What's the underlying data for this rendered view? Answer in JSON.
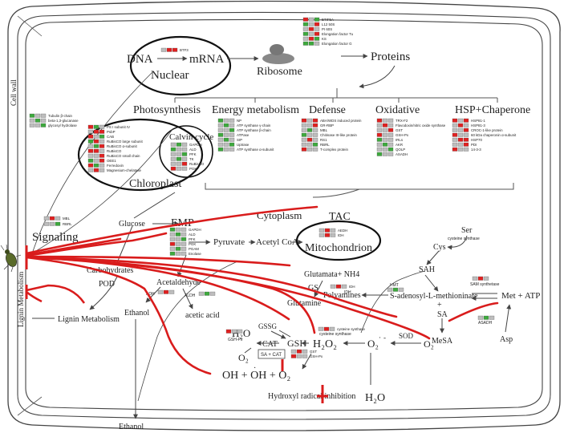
{
  "colors": {
    "red": "#e02020",
    "green": "#3da93d",
    "gray": "#bdbdbd",
    "pathway": "#d91c1c",
    "line": "#555555"
  },
  "labels": {
    "cell_wall": "Cell wall",
    "dna": "DNA",
    "mrna": "mRNA",
    "nuclear": "Nuclear",
    "ribosome": "Ribosome",
    "proteins": "Proteins",
    "photosynthesis": "Photosynthesis",
    "energy": "Energy metabolism",
    "defense": "Defense",
    "oxidative": "Oxidative",
    "hsp": "HSP+Chaperone",
    "calvin": "Calvin cycle",
    "chloroplast": "Chloroplast",
    "cytoplasm": "Cytoplasm",
    "tac": "TAC",
    "mitochondrion": "Mitochondrion",
    "signaling": "Signaling",
    "glucose": "Glucose",
    "emp": "EMP",
    "pyruvate": "Pyruvate",
    "acetyl_coa": "Acetyl CoA",
    "carbohydrates": "Carbohydrates",
    "pod": "POD",
    "lignin_metabolism": "Lignin Metabolism",
    "lignin_metabolism_v": "Lignin Metabolism",
    "acetaldehyde": "Acetaldehyde",
    "ethanol": "Ethanol",
    "ethanol_bottom": "Ethanol",
    "acetic_acid": "acetic acid",
    "glutamate": "Glutamata+ NH4",
    "gs": "GS",
    "glutamine": "Glutamine",
    "polyamines": "Polyamines",
    "sam": "S-adenosyl-L-methioninate",
    "sah": "SAH",
    "cys": "Cys",
    "ser": "Ser",
    "plus_sa": "+",
    "sa": "SA",
    "met": "Met + ATP",
    "asp": "Asp",
    "mesa": "MeSA",
    "gssg": "GSSG",
    "gsh": "GSH",
    "h2o_left": "H₂O",
    "h2o2": "H₂O₂",
    "o2_minus": "O₂",
    "o2_minus_dot": "·",
    "o2_minus_sign": "-",
    "o2": "O₂",
    "sod": "SOD",
    "cat": "CAT",
    "o2_cat": "O₂",
    "sa_cat": "SA + CAT",
    "hydroxyl": "OH + OH + O₂",
    "oh_dot": "·",
    "h2o_bottom": "H₂O",
    "inhibition": "Hydroxyl radical inhibition",
    "cysteine_synthase": "cysteine synthase",
    "cysteine_synthase2": "cysteine synthase",
    "hmt": "HMT",
    "sam_synthetase": "SAM synthetase",
    "asadh": "ASADH",
    "adh": "ADH",
    "aldh": "ALDH",
    "idh_small": "IDH",
    "gsh_px_small": "GSH-Px"
  },
  "groups": {
    "btf": {
      "labels": [
        "BTF3"
      ],
      "pattern": [
        [
          "gray",
          "red",
          "red"
        ]
      ]
    },
    "ribosome": {
      "labels": [
        "ETIF5A",
        "L12 50S",
        "PI 60S",
        "Elongation factor Tu",
        "KS",
        "Elongation factor G"
      ],
      "pattern": [
        [
          "red",
          "gray",
          "green"
        ],
        [
          "green",
          "gray",
          "red"
        ],
        [
          "gray",
          "red",
          "gray"
        ],
        [
          "green",
          "gray",
          "red"
        ],
        [
          "gray",
          "red",
          "green"
        ],
        [
          "green",
          "green",
          "gray"
        ]
      ]
    },
    "cellwall": {
      "labels": [
        "Tubulin β-chain",
        "beta-1,3-glucanase",
        "glycosyl hydrolase"
      ],
      "pattern": [
        [
          "green",
          "gray",
          "gray"
        ],
        [
          "gray",
          "green",
          "gray"
        ],
        [
          "gray",
          "gray",
          "green"
        ]
      ]
    },
    "photo": {
      "labels": [
        "PS I subunit IV",
        "PsbP",
        "CAB",
        "RuBisCO large subunit",
        "RuBisCO α-subunit",
        "RuBisCO",
        "RuBisCO small chain",
        "OEE1",
        "Ferredoxin",
        "Magnesium-chelatase"
      ],
      "pattern": [
        [
          "red",
          "green",
          "gray"
        ],
        [
          "gray",
          "red",
          "red"
        ],
        [
          "red",
          "gray",
          "green"
        ],
        [
          "green",
          "red",
          "gray"
        ],
        [
          "gray",
          "green",
          "red"
        ],
        [
          "red",
          "red",
          "gray"
        ],
        [
          "gray",
          "gray",
          "red"
        ],
        [
          "green",
          "gray",
          "red"
        ],
        [
          "red",
          "green",
          "gray"
        ],
        [
          "gray",
          "red",
          "gray"
        ]
      ]
    },
    "calvin": {
      "labels": [
        "GAPDH",
        "ALD",
        "PFK",
        "TK",
        "RuBisCO",
        "PGK"
      ],
      "pattern": [
        [
          "gray",
          "green",
          "gray"
        ],
        [
          "green",
          "gray",
          "gray"
        ],
        [
          "gray",
          "gray",
          "green"
        ],
        [
          "gray",
          "green",
          "gray"
        ],
        [
          "gray",
          "gray",
          "red"
        ],
        [
          "red",
          "gray",
          "gray"
        ]
      ]
    },
    "energy": {
      "labels": [
        "NP",
        "ATP synthase γ-chain",
        "ATP synthase β-chain",
        "ATPase",
        "SIP",
        "Uptrase",
        "ATP synthase α-subunit"
      ],
      "pattern": [
        [
          "green",
          "gray",
          "gray"
        ],
        [
          "gray",
          "green",
          "gray"
        ],
        [
          "gray",
          "gray",
          "green"
        ],
        [
          "green",
          "gray",
          "gray"
        ],
        [
          "gray",
          "green",
          "gray"
        ],
        [
          "gray",
          "gray",
          "green"
        ],
        [
          "green",
          "gray",
          "gray"
        ]
      ]
    },
    "defense": {
      "labels": [
        "ABA/WDS induced protein",
        "GR-RBP",
        "MBL",
        "Chitinase III-like protein",
        "RS1",
        "RBRL",
        "T-complex protein"
      ],
      "pattern": [
        [
          "red",
          "gray",
          "red"
        ],
        [
          "gray",
          "gray",
          "red"
        ],
        [
          "gray",
          "green",
          "gray"
        ],
        [
          "green",
          "gray",
          "gray"
        ],
        [
          "gray",
          "red",
          "gray"
        ],
        [
          "gray",
          "gray",
          "green"
        ],
        [
          "red",
          "gray",
          "gray"
        ]
      ]
    },
    "oxidative": {
      "labels": [
        "TRX-F2",
        "Flavodoxin/nitric oxide synthase",
        "GST",
        "GSH-Px",
        "IRLs",
        "AKR",
        "QOLP",
        "ASADH"
      ],
      "pattern": [
        [
          "red",
          "gray",
          "gray"
        ],
        [
          "gray",
          "red",
          "gray"
        ],
        [
          "gray",
          "gray",
          "red"
        ],
        [
          "red",
          "gray",
          "gray"
        ],
        [
          "green",
          "gray",
          "gray"
        ],
        [
          "gray",
          "green",
          "gray"
        ],
        [
          "gray",
          "gray",
          "green"
        ],
        [
          "green",
          "gray",
          "gray"
        ]
      ]
    },
    "hsp": {
      "labels": [
        "HSP81-1",
        "HSP81-3",
        "CROC-1-like protein",
        "60 kDa chaperonin α-subunit",
        "HSP70",
        "PDI",
        "14-3-3"
      ],
      "pattern": [
        [
          "red",
          "gray",
          "red"
        ],
        [
          "gray",
          "red",
          "gray"
        ],
        [
          "gray",
          "gray",
          "red"
        ],
        [
          "red",
          "gray",
          "gray"
        ],
        [
          "gray",
          "red",
          "red"
        ],
        [
          "gray",
          "gray",
          "red"
        ],
        [
          "red",
          "gray",
          "gray"
        ]
      ]
    },
    "signal": {
      "labels": [
        "MBL",
        "RBRL"
      ],
      "pattern": [
        [
          "gray",
          "red",
          "gray"
        ],
        [
          "gray",
          "gray",
          "green"
        ]
      ]
    },
    "emp": {
      "labels": [
        "GAPDH",
        "ALD",
        "PFK",
        "PGK",
        "PGAM",
        "Enolase"
      ],
      "pattern": [
        [
          "green",
          "gray",
          "gray"
        ],
        [
          "gray",
          "green",
          "gray"
        ],
        [
          "gray",
          "gray",
          "green"
        ],
        [
          "red",
          "gray",
          "gray"
        ],
        [
          "gray",
          "green",
          "gray"
        ],
        [
          "green",
          "gray",
          "gray"
        ]
      ]
    },
    "tac": {
      "labels": [
        "AEDH",
        "IDH"
      ],
      "pattern": [
        [
          "gray",
          "red",
          "gray"
        ],
        [
          "gray",
          "red",
          "gray"
        ]
      ]
    },
    "idh2": {
      "labels": [
        "IDH"
      ],
      "pattern": [
        [
          "gray",
          "red",
          "gray"
        ]
      ]
    },
    "cysyn": {
      "labels": [
        "cysteine synthase"
      ],
      "pattern": [
        [
          "gray",
          "red",
          "gray"
        ]
      ]
    },
    "hmt": {
      "labels": [
        ""
      ],
      "pattern": [
        [
          "gray",
          "green",
          "gray"
        ]
      ]
    },
    "samsyn": {
      "labels": [
        ""
      ],
      "pattern": [
        [
          "gray",
          "red",
          "gray"
        ]
      ]
    },
    "asadh": {
      "labels": [
        ""
      ],
      "pattern": [
        [
          "gray",
          "green",
          "gray"
        ]
      ]
    },
    "adh": {
      "labels": [
        ""
      ],
      "pattern": [
        [
          "gray",
          "red",
          "gray"
        ]
      ]
    },
    "aldh": {
      "labels": [
        ""
      ],
      "pattern": [
        [
          "gray",
          "green",
          "gray"
        ]
      ]
    },
    "gshpx": {
      "labels": [
        ""
      ],
      "pattern": [
        [
          "red",
          "gray",
          "gray"
        ]
      ]
    },
    "gst": {
      "labels": [
        "GST",
        "GSH-Px"
      ],
      "pattern": [
        [
          "gray",
          "red",
          "gray"
        ],
        [
          "red",
          "gray",
          "gray"
        ]
      ]
    }
  }
}
